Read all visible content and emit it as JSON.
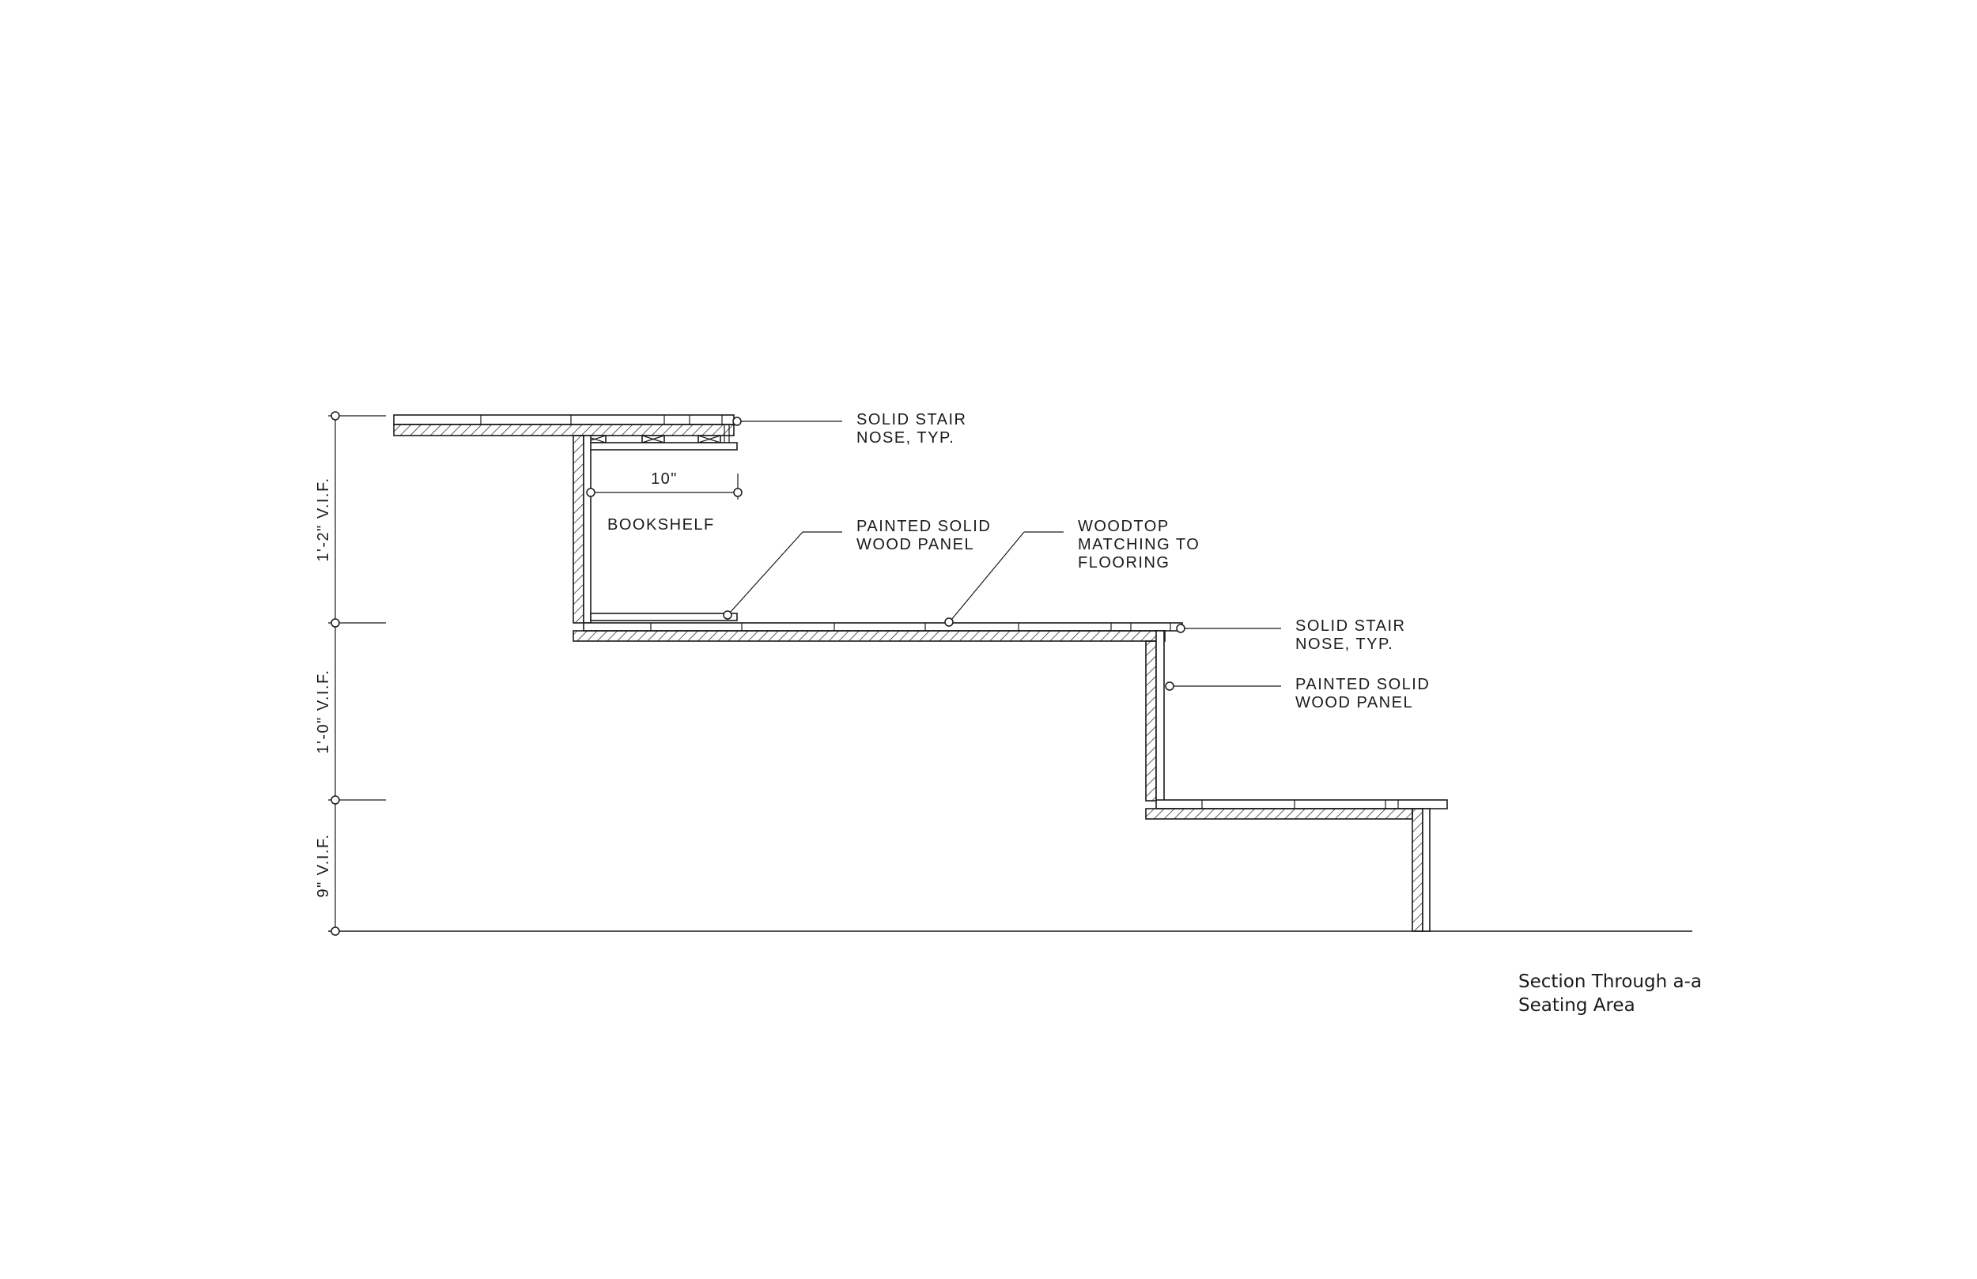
{
  "drawing": {
    "caption": {
      "line1": "Section Through a-a",
      "line2": "Seating Area"
    },
    "dimensions": {
      "upper_height": "1'-2\" V.I.F.",
      "middle_height": "1'-0\" V.I.F.",
      "lower_height": "9\" V.I.F.",
      "shelf_depth": "10\""
    },
    "labels": {
      "bookshelf": "BOOKSHELF",
      "stair_nose_top": {
        "line1": "SOLID STAIR",
        "line2": "NOSE, TYP."
      },
      "painted_panel_shelf": {
        "line1": "PAINTED SOLID",
        "line2": "WOOD PANEL"
      },
      "woodtop": {
        "line1": "WOODTOP",
        "line2": "MATCHING TO",
        "line3": "FLOORING"
      },
      "stair_nose_mid": {
        "line1": "SOLID STAIR",
        "line2": "NOSE, TYP."
      },
      "painted_panel_riser": {
        "line1": "PAINTED SOLID",
        "line2": "WOOD PANEL"
      }
    }
  }
}
